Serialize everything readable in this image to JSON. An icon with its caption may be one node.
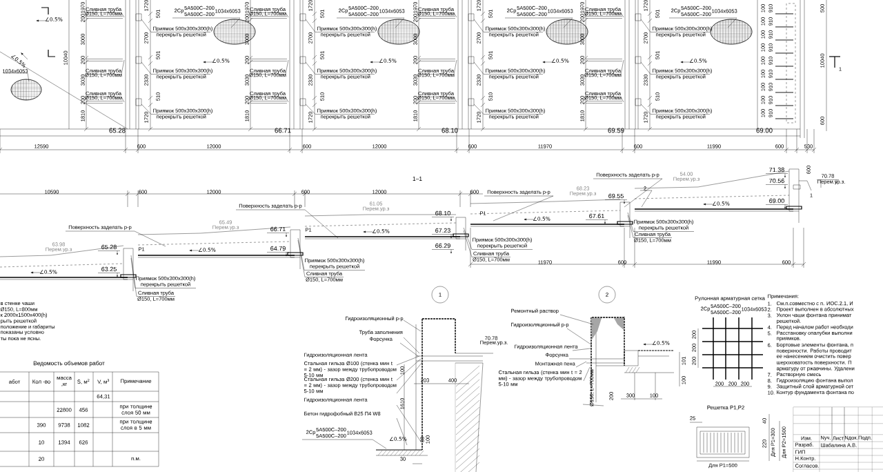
{
  "diagram": {
    "nodes": [
      {
        "text": [
          "1"
        ]
      },
      {
        "text": [
          "2"
        ]
      }
    ],
    "labels": [
      "1970",
      "200",
      "3000",
      "200",
      "3030",
      "200",
      "1810",
      "1720",
      "501",
      "2700",
      "501",
      "2330",
      "510",
      "1720",
      "Сливная труба",
      "Ø150, L=700мм",
      "Сливная труба",
      "Ø150, L=700мм",
      "Сливная труба",
      "Ø150, L=700мм",
      "Приямок 500x300x300(h)",
      "перекрыть решеткой",
      "Приямок 500x300x300(h)",
      "перекрыть решеткой",
      "Приямок 500x300x300(h)",
      "перекрыть решеткой",
      "2Ср",
      "5А500С–200",
      "5А500С–200",
      "1034x6053",
      "∠0.5%",
      "1970",
      "200",
      "3000",
      "200",
      "3030",
      "200",
      "1810",
      "1720",
      "501",
      "2700",
      "501",
      "2330",
      "510",
      "1720",
      "Сливная труба",
      "Ø150, L=700мм",
      "Сливная труба",
      "Ø150, L=700мм",
      "Сливная труба",
      "Ø150, L=700мм",
      "Приямок 500x300x300(h)",
      "перекрыть решеткой",
      "Приямок 500x300x300(h)",
      "перекрыть решеткой",
      "Приямок 500x300x300(h)",
      "перекрыть решеткой",
      "2Ср",
      "5А500С–200",
      "5А500С–200",
      "1034x6053",
      "∠0.5%",
      "1970",
      "200",
      "3000",
      "200",
      "3030",
      "200",
      "1810",
      "1720",
      "501",
      "2700",
      "501",
      "2330",
      "510",
      "1720",
      "Сливная труба",
      "Ø150, L=700мм",
      "Сливная труба",
      "Ø150, L=700мм",
      "Сливная труба",
      "Ø150, L=700мм",
      "Приямок 500x300x300(h)",
      "перекрыть решеткой",
      "Приямок 500x300x300(h)",
      "перекрыть решеткой",
      "Приямок 500x300x300(h)",
      "перекрыть решеткой",
      "2Ср",
      "5А500С–200",
      "5А500С–200",
      "1034x6053",
      "∠0.5%",
      "1970",
      "200",
      "3000",
      "200",
      "3030",
      "200",
      "1810",
      "1720",
      "501",
      "2700",
      "501",
      "2330",
      "510",
      "1720",
      "Сливная труба",
      "Ø150, L=700мм",
      "Сливная труба",
      "Ø150, L=700мм",
      "Сливная труба",
      "Ø150, L=700мм",
      "Приямок 500x300x300(h)",
      "перекрыть решеткой",
      "Приямок 500x300x300(h)",
      "перекрыть решеткой",
      "Приямок 500x300x300(h)",
      "перекрыть решеткой",
      "2Ср",
      "5А500С–200",
      "5А500С–200",
      "1034x6053",
      "∠0.5%",
      "∠0.5%",
      "∠0.5%",
      "1034x6053",
      "10040",
      "65.28",
      "66.71",
      "68.10",
      "69.59",
      "69.00",
      "12590",
      "600",
      "12000",
      "600",
      "12000",
      "600",
      "11970",
      "600",
      "11990",
      "600",
      "530",
      "100",
      "910",
      "100",
      "910",
      "100",
      "910",
      "100",
      "910",
      "100",
      "910",
      "100",
      "910",
      "100",
      "910",
      "100",
      "910",
      "100",
      "910",
      "500",
      "10040",
      "600",
      "1",
      "1–1",
      "10590",
      "600",
      "12000",
      "600",
      "12000",
      "600",
      "11970",
      "600",
      "11990",
      "600",
      "600",
      "65.28",
      "63.25",
      "66.71",
      "64.79",
      "68.10",
      "67.23",
      "66.29",
      "67.61",
      "69.55",
      "69.00",
      "71.38",
      "70.56",
      "63.98",
      "Перем.ур.з",
      "65.49",
      "Перем.ур.з",
      "61.05",
      "Перем.ур.з",
      "68.23",
      "Перем.ур.з",
      "54.00",
      "Перем.ур.з",
      "70.78",
      "Перем.ур.з.",
      "∠0.5%",
      "∠0.5%",
      "∠0.5%",
      "∠0.5%",
      "∠0.5%",
      "P1",
      "P1",
      "P1",
      "2",
      "1",
      "Поверхность заделать р-р",
      "Поверхность заделать р-р",
      "Поверхность заделать р-р",
      "Поверхность заделать р-р",
      "Приямок 500x300x300(h)",
      "перекрыть решеткой",
      "Приямок 500x300x300(h)",
      "перекрыть решеткой",
      "Приямок 500x300x300(h)",
      "перекрыть решеткой",
      "Приямок 500x300x300(h)",
      "перекрыть решеткой",
      "Сливная труба",
      "Ø150, L=700мм",
      "Сливная труба",
      "Ø150, L=700мм",
      "Сливная труба",
      "Ø150, L=700мм",
      "Сливная труба",
      "Ø150, L=700мм",
      "в стенке чаши",
      "Ø150, L=800мм",
      "к 2000x1500x400(h)",
      "рыть решеткой",
      "положение и габариты",
      "показаны условно",
      "ты пока не ясны.",
      "Ведомость объемов работ",
      "абот",
      "Кол -во",
      "масса ,кг",
      "S, м$^{2}$",
      "V, м$^{3}$",
      "Примечание",
      "64,31",
      "22800",
      "456",
      "при толщине слоя 50 мм",
      "390",
      "9738",
      "1082",
      "при толщине слоя в 5 мм",
      "10",
      "1394",
      "626",
      "20",
      "п.м.",
      "Гидроизоляционный р-р",
      "Труба заполнения",
      "Форсунка",
      "Гидроизоляционная лента",
      "Стальная гильза Ø100 (стенка мин t = 2 мм) - зазор между трубопроводом 5-10 мм",
      "Стальная гильза Ø200 (стенка мин t = 2 мм) - зазор между трубопроводом 5-10 мм",
      "Гидроизоляционная лента",
      "Бетон гидрофобный В25 П4 W8",
      "2Ср",
      "5А500С–200",
      "5А500С–200",
      "1034x6053",
      "∠0.5%",
      "100",
      "1610",
      "203",
      "400",
      "30",
      "100",
      "30",
      "70.78",
      "Перем.ур.з.",
      "Ремонтный раствор",
      "Гидроизоляционный р-р",
      "Гидроизоляционная лента",
      "Форсунка",
      "Монтажная пена",
      "Стальная гильза (стенка мин t = 2 мм) - зазор между трубопроводом 5-10 мм",
      "∠0.5%",
      "300",
      "100",
      "101",
      "100",
      "Ø150, L=700мм",
      "200",
      "Рулонная арматурная сетка",
      "2Ср",
      "5А500С–200",
      "5А500С–200",
      "1034x6053",
      "200",
      "200",
      "200",
      "200",
      "200",
      "200",
      "Решетка Р1,Р2",
      "25",
      "40",
      "220",
      "Для Р1=300",
      "Для Р2=1500",
      "Для Р1=500",
      "Примечания:",
      "1.",
      "См.п.совместно с п. ИОС.2.1, И",
      "2.",
      "Проект выполнен в абсолютных",
      "3.",
      "Уклон чаши фонтана принимат",
      "решеткой.",
      "4.",
      "Перед началом работ необходи",
      "5.",
      "Расстановку опалубки выполни",
      "приямков.",
      "6.",
      "Бортовые элементы фонтана, п",
      "поверхности. Работы проводит",
      "ее нанесением очистить повер",
      "шероховатость поверхности. П",
      "арматуру от ржавчины. Удалени",
      "7.",
      "Растворную смесь",
      "8.",
      "Гидроизоляцию фонтана выпол",
      "9.",
      "Защитный слой арматурной сет",
      "10.",
      "Контур фундамента фонтана по",
      "Изм.",
      "Nуч.",
      "Лист",
      "Nдок.",
      "Подп.",
      "Разраб.",
      "Шабалина А.В.",
      "ГИП",
      "Н.Контр.",
      "Согласов."
    ]
  }
}
